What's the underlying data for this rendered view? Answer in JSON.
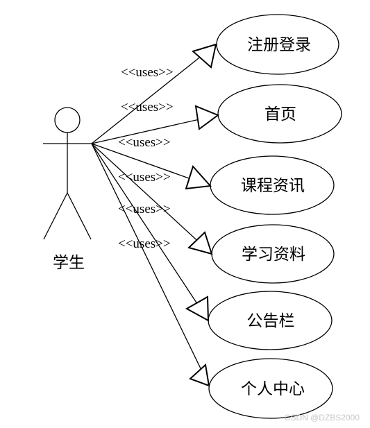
{
  "actor": {
    "label": "学生"
  },
  "relation_label": "<<uses>>",
  "use_cases": [
    {
      "label": "注册登录"
    },
    {
      "label": "首页"
    },
    {
      "label": "课程资讯"
    },
    {
      "label": "学习资料"
    },
    {
      "label": "公告栏"
    },
    {
      "label": "个人中心"
    }
  ],
  "watermark": "CSDN @DZBS2000"
}
